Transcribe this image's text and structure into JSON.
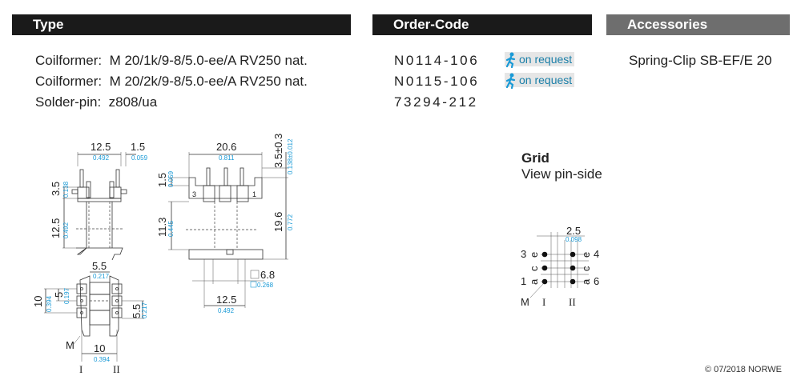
{
  "headers": {
    "type": "Type",
    "order_code": "Order-Code",
    "accessories": "Accessories"
  },
  "items": [
    {
      "label": "Coilformer:",
      "value": "M 20/1k/9-8/5.0-ee/A RV250 nat.",
      "order_code": "N0114-106",
      "availability": "on request"
    },
    {
      "label": "Coilformer:",
      "value": "M 20/2k/9-8/5.0-ee/A RV250 nat.",
      "order_code": "N0115-106",
      "availability": "on request"
    },
    {
      "label": "Solder-pin:",
      "value": "z808/ua",
      "order_code": "73294-212",
      "availability": null
    }
  ],
  "accessories": [
    "Spring-Clip SB-EF/E 20"
  ],
  "icons": {
    "availability": "running-person-icon"
  },
  "colors": {
    "header_dark": "#1a1a1a",
    "header_gray": "#6e6e6e",
    "inch_dims": "#1a9ad6",
    "request_text": "#1a7fa8"
  },
  "drawing": {
    "side_view": {
      "width_mm": "12.5",
      "width_in": "0.492",
      "pin_mm": "1.5",
      "pin_in": "0.059",
      "pin_h_mm": "3.5",
      "pin_h_in": "0.138",
      "body_h_mm": "12.5",
      "body_h_in": "0.492"
    },
    "front_view": {
      "width_mm": "20.6",
      "width_in": "0.811",
      "top_mm": "1.5",
      "top_in": "0.059",
      "pin_mm": "3.5±0.3",
      "pin_in": "0.138±0.012",
      "winding_mm": "11.3",
      "winding_in": "0.445",
      "height_mm": "19.6",
      "height_in": "0.772",
      "square_mm": "6.8",
      "square_in": "0.268",
      "base_mm": "12.5",
      "base_in": "0.492",
      "pin_labels": [
        "3",
        "1"
      ]
    },
    "bottom_view": {
      "width_mm": "5.5",
      "width_in": "0.217",
      "pitch_mm": "5",
      "pitch_in": "0.197",
      "span_mm": "10",
      "span_in": "0.394",
      "right_mm": "5.5",
      "right_in": "0.217",
      "row_mm": "10",
      "row_in": "0.394",
      "marker": "M",
      "rows": [
        "I",
        "II"
      ]
    }
  },
  "grid": {
    "title": "Grid",
    "subtitle": "View pin-side",
    "pitch_mm": "2.5",
    "pitch_in": "0.098",
    "left_pins": [
      "3",
      "1"
    ],
    "right_pins": [
      "4",
      "6"
    ],
    "left_letters": [
      "e",
      "c",
      "a"
    ],
    "right_letters": [
      "e",
      "c",
      "a"
    ],
    "marker": "M",
    "rows": [
      "I",
      "II"
    ]
  },
  "footer": {
    "copyright": "© 07/2018 NORWE"
  }
}
